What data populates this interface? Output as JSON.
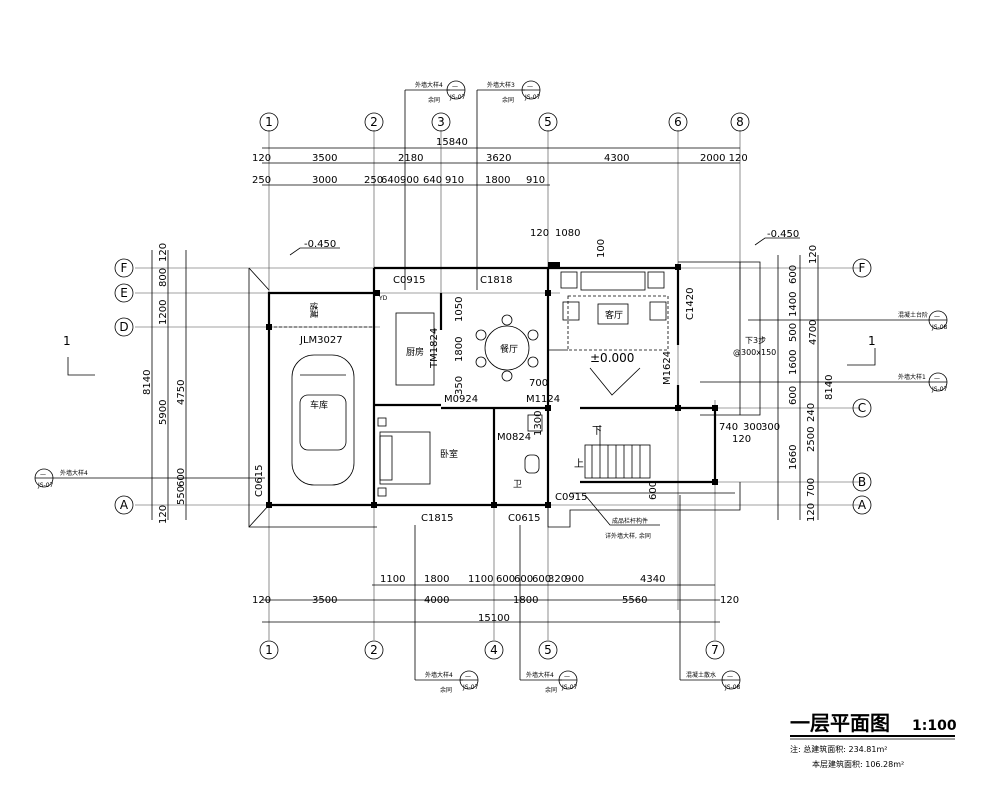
{
  "title": {
    "main": "一层平面图",
    "scale": "1:100",
    "note1": "注: 总建筑面积: 234.81m²",
    "note2": "本层建筑面积: 106.28m²"
  },
  "axes": {
    "top": [
      "1",
      "2",
      "3",
      "5",
      "6",
      "8"
    ],
    "bottom": [
      "1",
      "2",
      "4",
      "5",
      "7"
    ],
    "left": [
      "F",
      "E",
      "D",
      "A"
    ],
    "right": [
      "F",
      "C",
      "B",
      "A"
    ]
  },
  "dims": {
    "top_total": "15840",
    "top_row1": [
      "120",
      "3500",
      "2180",
      "3620",
      "4300",
      "2000 120"
    ],
    "top_row2": [
      "250",
      "3000",
      "250",
      "640",
      "900",
      "640",
      "910",
      "1800",
      "910"
    ],
    "bottom_row1": [
      "1100",
      "1800",
      "1100",
      "600",
      "600",
      "600",
      "320",
      "900",
      "4340"
    ],
    "bottom_row2": [
      "120",
      "3500",
      "4000",
      "1800",
      "5560",
      "120"
    ],
    "bottom_total": "15100",
    "left_outer": "8140",
    "left_mid": [
      "5900",
      "4750"
    ],
    "left_rows": [
      "120",
      "800",
      "1200"
    ],
    "left_bottom": [
      "550",
      "600",
      "120"
    ],
    "right_outer": "8140",
    "right_mid": "4700",
    "right_rows": [
      "120",
      "600",
      "1400",
      "500",
      "1600",
      "600",
      "240",
      "1660",
      "2500",
      "700",
      "120"
    ],
    "right_misc": [
      "740",
      "120",
      "300",
      "300",
      "600",
      "700",
      "100",
      "120",
      "1080",
      "1300",
      "1050",
      "1800",
      "350"
    ]
  },
  "elevations": [
    "-0.450",
    "-0.450",
    "±0.000"
  ],
  "rooms": [
    "车库",
    "厨房",
    "餐厅",
    "客厅",
    "卧室",
    "卫",
    "储藏"
  ],
  "openings": [
    "JLM3027",
    "C0915",
    "C1818",
    "C1420",
    "TM1824",
    "M1624",
    "M0924",
    "M1124",
    "M0824",
    "C0615",
    "C0915",
    "C1815",
    "C0615"
  ],
  "stairs": [
    "下",
    "上"
  ],
  "step_note": [
    "下3步",
    "@300x150"
  ],
  "callouts": {
    "top_left": [
      "外墙大样4",
      "余同"
    ],
    "top_mid": [
      "外墙大样3",
      "余同"
    ],
    "right_upper": "混凝土台阶",
    "right_mid": "外墙大样1",
    "left": "外墙大样4",
    "bottom_a": [
      "外墙大样4",
      "余同"
    ],
    "bottom_b": [
      "外墙大样4",
      "余同"
    ],
    "bottom_c": "混凝土散水",
    "bottom_note": [
      "成品栏杆构件",
      "详外墙大样, 余同"
    ],
    "ref": "JS-07",
    "ref2": "JS-08",
    "dash": "—"
  },
  "section_mark": "1",
  "equipment": "YD"
}
